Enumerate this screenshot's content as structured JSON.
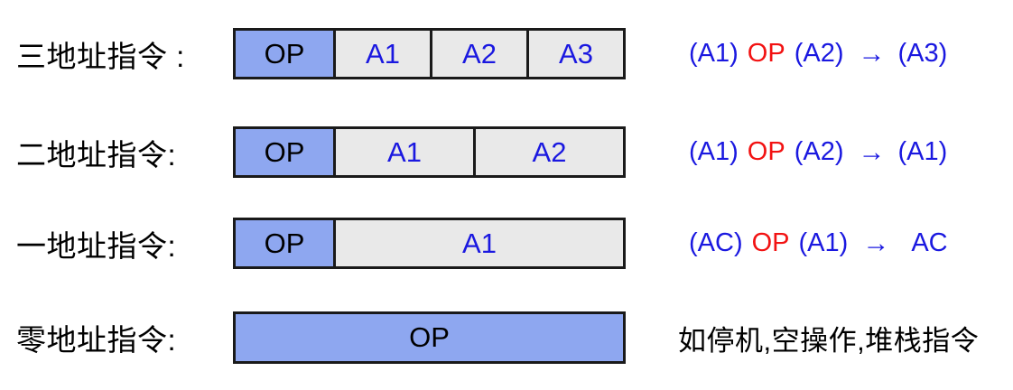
{
  "colors": {
    "box_blue": "#8ea7f0",
    "box_gray": "#e9e9e9",
    "border": "#1a1a1a",
    "text_blue": "#1a18e0",
    "text_red": "#f21212"
  },
  "rows": [
    {
      "label": "三地址指令 :",
      "cells": [
        {
          "text": "OP"
        },
        {
          "text": "A1"
        },
        {
          "text": "A2"
        },
        {
          "text": "A3"
        }
      ],
      "formula": [
        {
          "text": "(A1)"
        },
        {
          "text": "OP"
        },
        {
          "text": "(A2)"
        },
        {
          "text": "→"
        },
        {
          "text": "(A3)"
        }
      ]
    },
    {
      "label": "二地址指令:",
      "cells": [
        {
          "text": "OP"
        },
        {
          "text": "A1"
        },
        {
          "text": "A2"
        }
      ],
      "formula": [
        {
          "text": "(A1)"
        },
        {
          "text": "OP"
        },
        {
          "text": "(A2)"
        },
        {
          "text": "→"
        },
        {
          "text": "(A1)"
        }
      ]
    },
    {
      "label": "一地址指令:",
      "cells": [
        {
          "text": "OP"
        },
        {
          "text": "A1"
        }
      ],
      "formula": [
        {
          "text": "(AC)"
        },
        {
          "text": "OP"
        },
        {
          "text": "(A1)"
        },
        {
          "text": "→"
        },
        {
          "text": "AC"
        }
      ]
    },
    {
      "label": "零地址指令:",
      "cells": [
        {
          "text": "OP"
        }
      ],
      "note": "如停机,空操作,堆栈指令"
    }
  ]
}
